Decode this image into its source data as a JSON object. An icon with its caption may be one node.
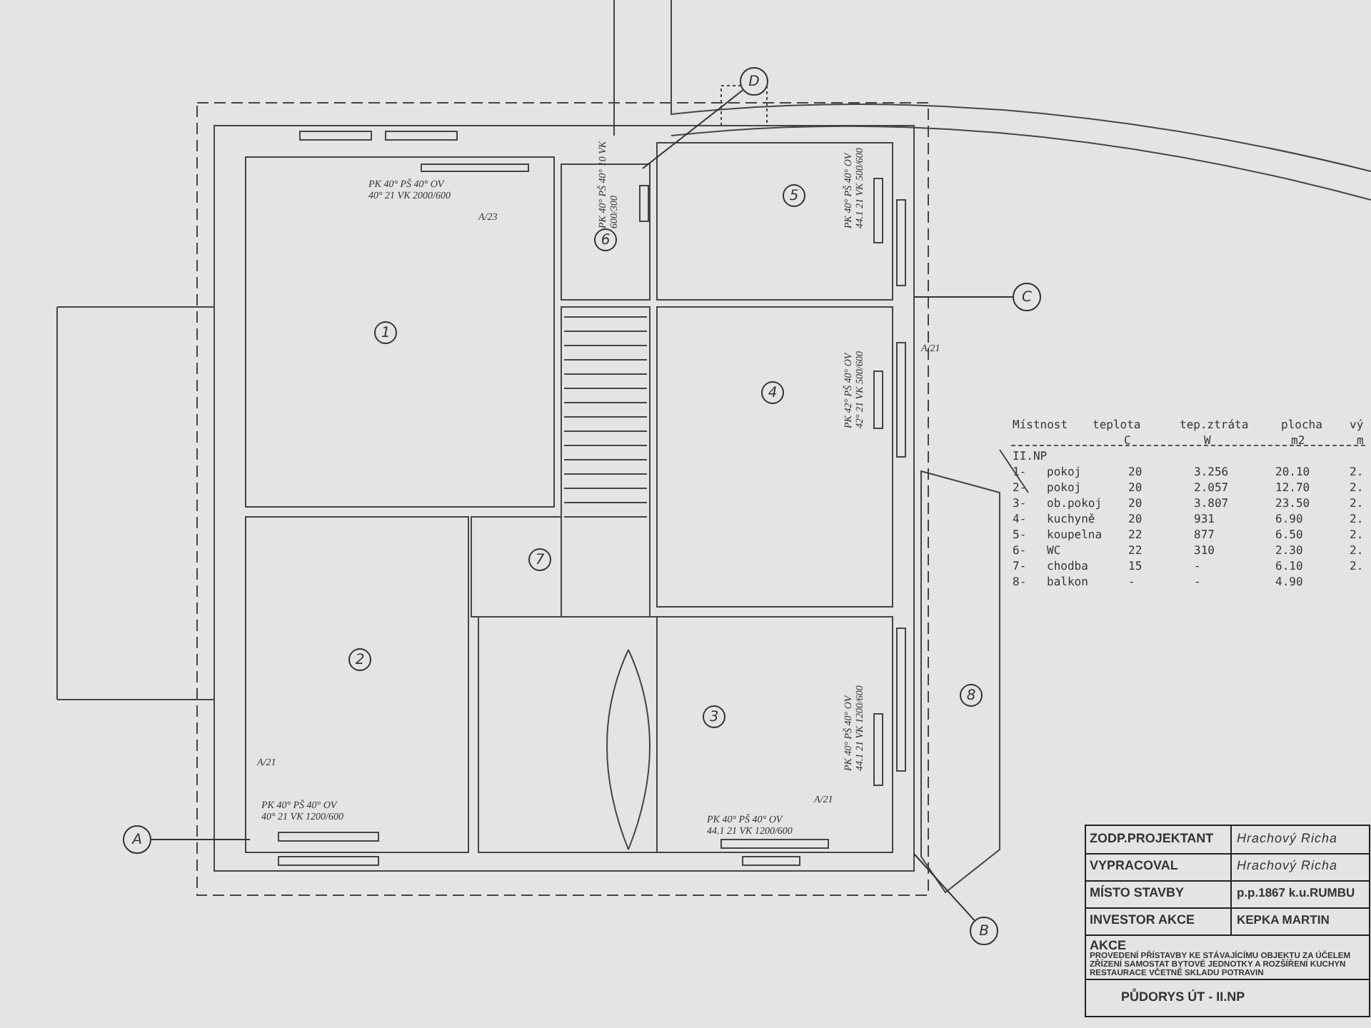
{
  "diagram": {
    "nodes": [
      {
        "text": [
          "1"
        ]
      },
      {
        "text": [
          "2"
        ]
      },
      {
        "text": [
          "7"
        ]
      },
      {
        "text": [
          "6"
        ]
      },
      {
        "text": [
          "5"
        ]
      },
      {
        "text": [
          "4"
        ]
      },
      {
        "text": [
          "3"
        ]
      },
      {
        "text": [
          "8"
        ]
      },
      {
        "text": [
          "A"
        ]
      },
      {
        "text": [
          "B"
        ]
      },
      {
        "text": [
          "C"
        ]
      },
      {
        "text": [
          "D"
        ]
      }
    ],
    "edges": [
      {
        "from": 8,
        "to": null,
        "arrow": "none"
      },
      {
        "from": 9,
        "to": null,
        "arrow": "none"
      },
      {
        "from": 10,
        "to": null,
        "arrow": "none"
      },
      {
        "from": 11,
        "to": null,
        "arrow": "none"
      }
    ],
    "labels": [
      "Místnost",
      "teplota",
      "tep.ztráta",
      "plocha",
      "vý",
      "C",
      "W",
      "m2",
      "m",
      "II.NP",
      "1-",
      "pokoj",
      "20",
      "3.256",
      "20.10",
      "2.",
      "2-",
      "pokoj",
      "20",
      "2.057",
      "12.70",
      "2.",
      "3-",
      "ob.pokoj",
      "20",
      "3.807",
      "23.50",
      "2.",
      "4-",
      "kuchyně",
      "20",
      "931",
      "6.90",
      "2.",
      "5-",
      "koupelna",
      "22",
      "877",
      "6.50",
      "2.",
      "6-",
      "WC",
      "22",
      "310",
      "2.30",
      "2.",
      "7-",
      "chodba",
      "15",
      "-",
      "6.10",
      "2.",
      "8-",
      "balkon",
      "-",
      "-",
      "4.90",
      "ZODP.PROJEKTANT",
      "Hrachový Richa",
      "VYPRACOVAL",
      "Hrachový Richa",
      "MÍSTO STAVBY",
      "p.p.1867 k.u.RUMBU",
      "INVESTOR AKCE",
      "KEPKA MARTIN",
      "AKCE",
      "PROVEDENÍ PŘÍSTAVBY KE STÁVAJÍCÍMU OBJEKTU ZA ÚČELEM ZŘÍZENÍ SAMOSTAT BYTOVÉ JEDNOTKY A ROZŠÍŘENÍ KUCHYN RESTAURACE VČETNĚ SKLADU POTRAVIN",
      "PŮDORYS ÚT - II.NP",
      "PK 40° PŠ 40° OV 40° 21 VK 2000/600",
      "PK 40° PŠ 40° 10 VK 600/300",
      "PK 40° PŠ 40° OV 44.1 21 VK 500/600",
      "PK 42° PŠ 40° OV 42° 21 VK 500/600",
      "PK 40° PŠ 40° OV 40° 21 VK 1200/600",
      "PK 40° PŠ 40° OV 44.1 21 VK 1200/600",
      "PK 40° PŠ 40° OV 44.1 21 VK 1200/600",
      "A/23",
      "A/21",
      "A/21",
      "A/21"
    ]
  }
}
